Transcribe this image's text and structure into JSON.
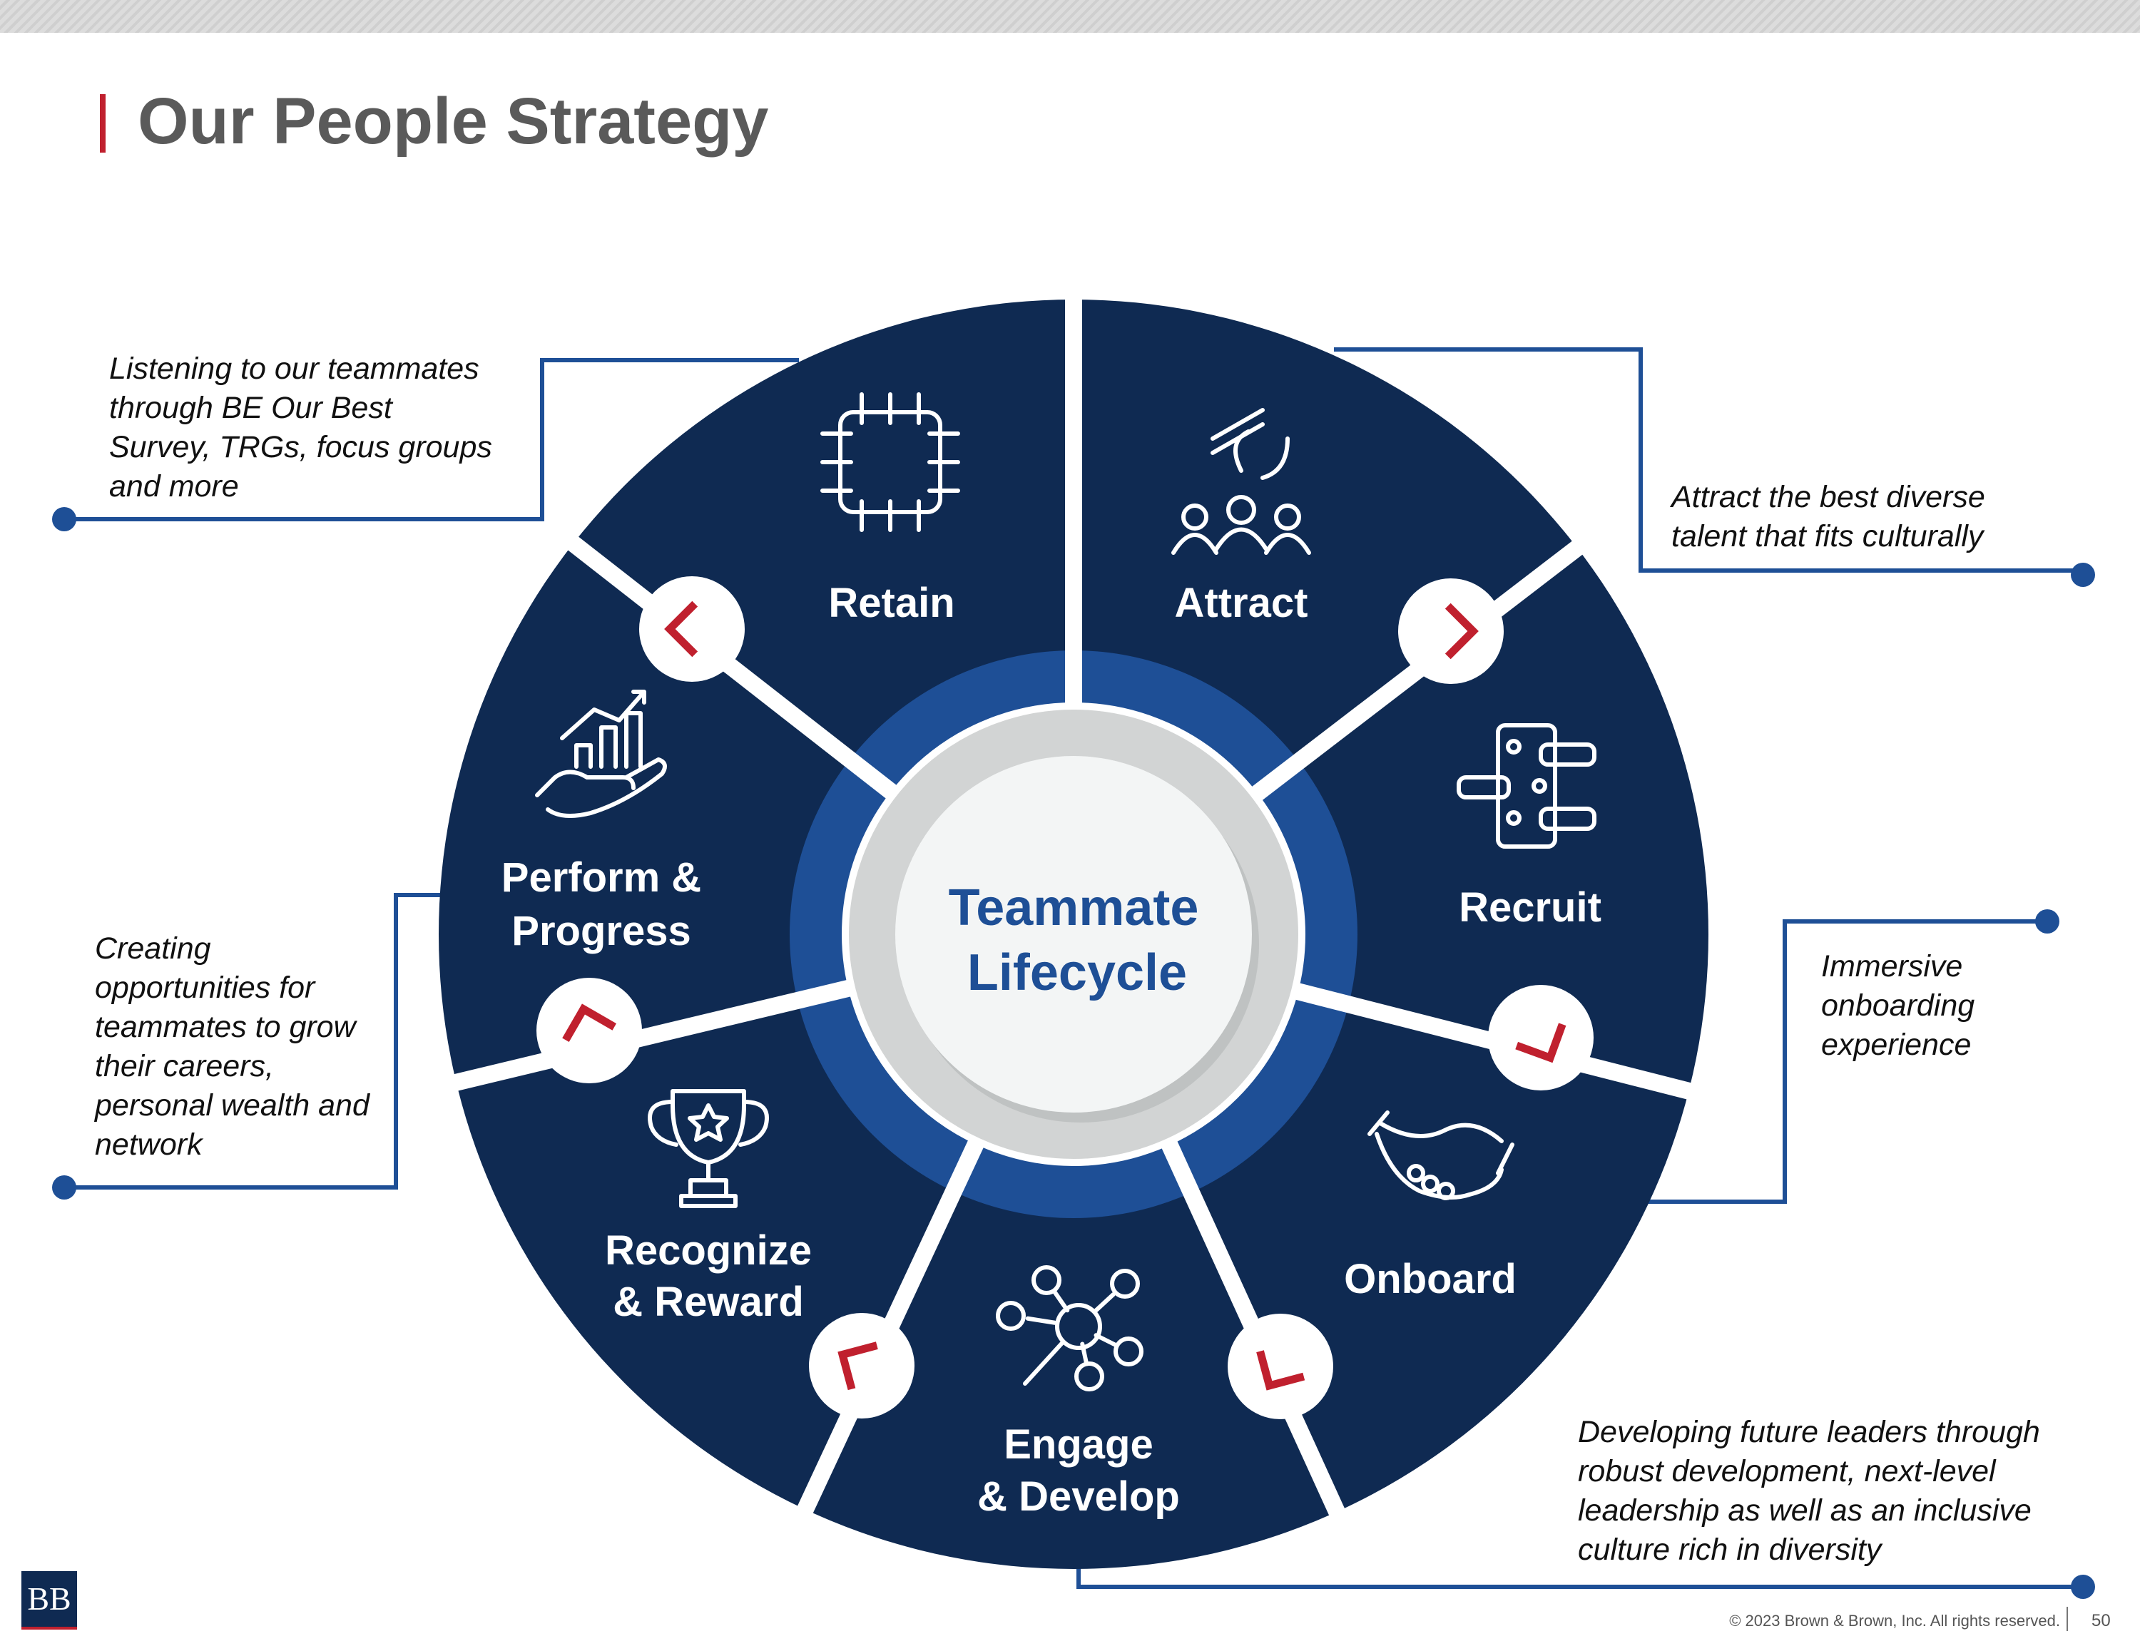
{
  "slide": {
    "title": "Our People Strategy",
    "footer": "© 2023 Brown & Brown, Inc. All rights reserved.",
    "page_number": "50",
    "logo_text": "BB"
  },
  "colors": {
    "segment": "#0f2a52",
    "inner_ring": "#1e4f96",
    "center_ring": "#d2d4d4",
    "center_fill": "#f3f5f5",
    "chevron": "#c0202e",
    "title_accent": "#c0202e"
  },
  "center": {
    "line1": "Teammate",
    "line2": "Lifecycle"
  },
  "segments": [
    {
      "label_lines": [
        "Retain"
      ],
      "icon": "hands-together-icon"
    },
    {
      "label_lines": [
        "Attract"
      ],
      "icon": "people-magnet-icon"
    },
    {
      "label_lines": [
        "Recruit"
      ],
      "icon": "interview-chat-icon"
    },
    {
      "label_lines": [
        "Onboard"
      ],
      "icon": "handshake-icon"
    },
    {
      "label_lines": [
        "Engage",
        "& Develop"
      ],
      "icon": "network-search-icon"
    },
    {
      "label_lines": [
        "Recognize",
        "& Reward"
      ],
      "icon": "trophy-icon"
    },
    {
      "label_lines": [
        "Perform &",
        "Progress"
      ],
      "icon": "growth-chart-hand-icon"
    }
  ],
  "callouts": {
    "retain": [
      "Listening to our teammates",
      "through BE Our Best",
      "Survey, TRGs, focus groups",
      "and more"
    ],
    "attract": [
      "Attract the best diverse",
      "talent that fits culturally"
    ],
    "perform": [
      "Creating",
      "opportunities for",
      "teammates to grow",
      "their careers,",
      "personal wealth and",
      "network"
    ],
    "onboard": [
      "Immersive",
      "onboarding",
      "experience"
    ],
    "develop": [
      "Developing future leaders through",
      "robust development, next-level",
      "leadership as well as an inclusive",
      "culture rich in diversity"
    ]
  }
}
